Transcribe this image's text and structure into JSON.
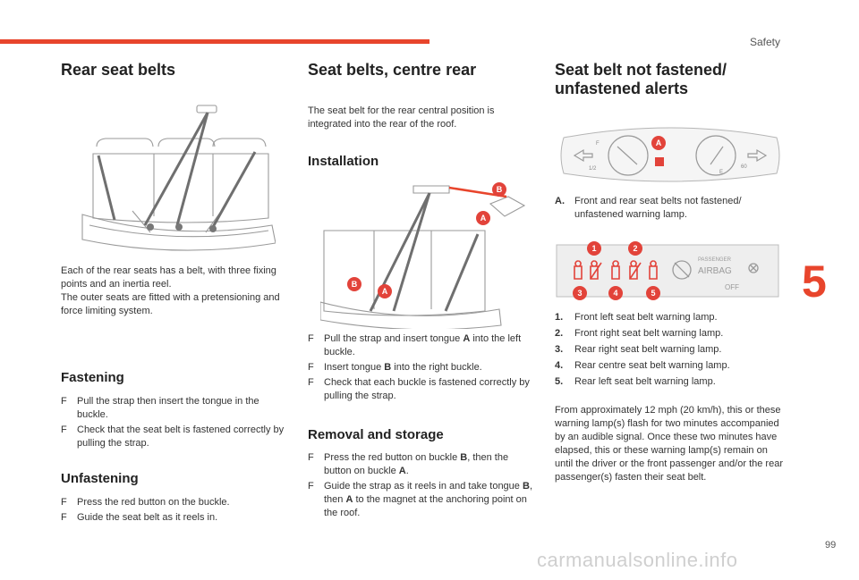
{
  "header": {
    "section": "Safety"
  },
  "chapter": "5",
  "page_number": "99",
  "watermark": "carmanualsonline.info",
  "col1": {
    "title": "Rear seat belts",
    "intro": [
      "Each of the rear seats has a belt, with three fixing points and an inertia reel.",
      "The outer seats are fitted with a pretensioning and force limiting system."
    ],
    "fastening": {
      "heading": "Fastening",
      "bullet": "F",
      "items": [
        "Pull the strap then insert the tongue in the buckle.",
        "Check that the seat belt is fastened correctly by pulling the strap."
      ]
    },
    "unfastening": {
      "heading": "Unfastening",
      "bullet": "F",
      "items": [
        "Press the red button on the buckle.",
        "Guide the seat belt as it reels in."
      ]
    }
  },
  "col2": {
    "title": "Seat belts, centre rear",
    "intro": "The seat belt for the rear central position is integrated into the rear of the roof.",
    "installation": {
      "heading": "Installation",
      "bullet": "F",
      "items": [
        {
          "a": "Pull the strap and insert tongue ",
          "b": "A",
          "c": " into the left buckle."
        },
        {
          "a": "Insert tongue ",
          "b": "B",
          "c": " into the right buckle."
        },
        {
          "a": "Check that each buckle is fastened correctly by pulling the strap.",
          "b": "",
          "c": ""
        }
      ],
      "labels": {
        "a": "A",
        "b": "B"
      }
    },
    "removal": {
      "heading": "Removal and storage",
      "bullet": "F",
      "item1": {
        "a": "Press the red button on buckle ",
        "b": "B",
        "c": ", then the button on buckle ",
        "d": "A",
        "e": "."
      },
      "item2": {
        "a": "Guide the strap as it reels in and take tongue ",
        "b": "B",
        "c": ", then ",
        "d": "A",
        "e": " to the magnet at the anchoring point on the roof."
      }
    }
  },
  "col3": {
    "title_line1": "Seat belt not fastened/",
    "title_line2": "unfastened alerts",
    "dash": {
      "label_a": "A",
      "half": "1/2",
      "f": "F",
      "e": "E",
      "sixty": "60"
    },
    "a_item": {
      "key": "A.",
      "text": "Front and rear seat belts not fastened/ unfastened warning lamp."
    },
    "panel": {
      "passenger": "PASSENGER",
      "airbag": "AIRBAG",
      "off": "OFF",
      "badges": [
        "1",
        "2",
        "3",
        "4",
        "5"
      ]
    },
    "lamps": [
      {
        "n": "1.",
        "text": "Front left seat belt warning lamp."
      },
      {
        "n": "2.",
        "text": "Front right seat belt warning lamp."
      },
      {
        "n": "3.",
        "text": "Rear right seat belt warning lamp."
      },
      {
        "n": "4.",
        "text": "Rear centre seat belt warning lamp."
      },
      {
        "n": "5.",
        "text": "Rear left seat belt warning lamp."
      }
    ],
    "closing": "From approximately 12 mph (20 km/h), this or these warning lamp(s) flash for two minutes accompanied by an audible signal. Once these two minutes have elapsed, this or these warning lamp(s) remain on until the driver or the front passenger and/or the rear passenger(s) fasten their seat belt."
  },
  "colors": {
    "accent": "#e8452c",
    "badge": "#e2433a"
  }
}
